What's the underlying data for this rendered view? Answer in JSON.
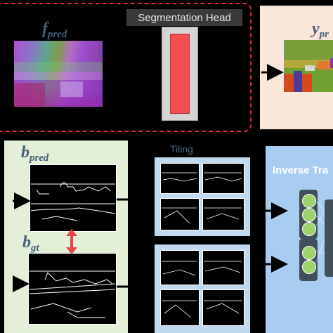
{
  "segmentation_head": {
    "label": "Segmentation Head"
  },
  "feature": {
    "symbol": "f",
    "subscript": "pred"
  },
  "ypred": {
    "symbol": "y",
    "subscript": "pr"
  },
  "bpred": {
    "symbol": "b",
    "subscript": "pred"
  },
  "bgt": {
    "symbol": "b",
    "subscript": "gt"
  },
  "tiling": {
    "label": "Tiling"
  },
  "inverse": {
    "label": "Inverse Tra"
  },
  "colors": {
    "dashed_border": "#e0312f",
    "head_red": "#f25050",
    "green_panel": "#e3efd6",
    "tile_panel": "#c0d9ef",
    "inverse_panel": "#a9cdf0",
    "ypred_panel": "#fbe6da",
    "double_arrow": "#e8454a"
  },
  "icons": [
    "arrow-right-icon",
    "double-arrow-icon",
    "neural-network-icon"
  ]
}
